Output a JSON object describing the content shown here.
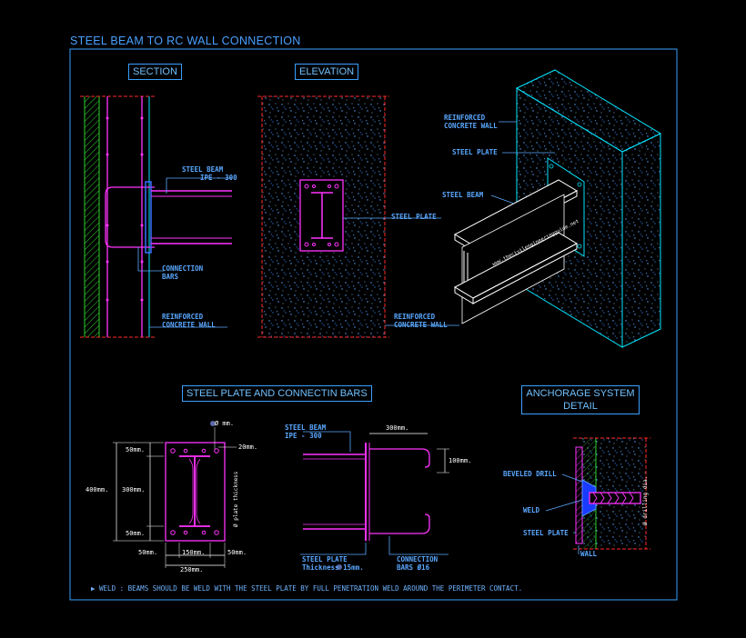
{
  "title": "STEEL BEAM TO RC WALL CONNECTION",
  "views": {
    "section": "SECTION",
    "elevation": "ELEVATION",
    "plate_bars": "STEEL PLATE AND CONNECTIN BARS",
    "anchorage": "ANCHORAGE SYSTEM DETAIL"
  },
  "section_labels": {
    "beam": "STEEL BEAM",
    "beam_size": "IPE - 300",
    "bars": "CONNECTION",
    "bars2": "BARS",
    "wall": "REINFORCED",
    "wall2": "CONCRETE WALL"
  },
  "elevation_labels": {
    "plate": "STEEL PLATE",
    "wall": "REINFORCED",
    "wall2": "CONCRETE WALL"
  },
  "iso_labels": {
    "wall": "REINFORCED",
    "wall2": "CONCRETE WALL",
    "plate": "STEEL PLATE",
    "beam": "STEEL BEAM",
    "watermark": "www.thecivilengineeringguide.net"
  },
  "plate_dims": {
    "hole": "Ø mm.",
    "edge": "20mm.",
    "top": "50mm.",
    "mid": "300mm.",
    "bottom": "50mm.",
    "overall": "400mm.",
    "left": "50mm.",
    "center": "150mm.",
    "right": "50mm.",
    "width": "250mm.",
    "side_text": "Ø plate thickness"
  },
  "bars_labels": {
    "beam": "STEEL BEAM",
    "beam_size": "IPE - 300",
    "hook": "300mm.",
    "hook_h": "100mm.",
    "plate": "STEEL PLATE",
    "thickness": "Thickness 15mm.",
    "bars": "CONNECTION",
    "bars2": "BARS Ø16"
  },
  "anchor_labels": {
    "drill": "BEVELED DRILL",
    "weld": "WELD",
    "plate": "STEEL PLATE",
    "wall": "WALL",
    "side_text": "Ø drilling dia."
  },
  "note": "▶ WELD : BEAMS SHOULD BE WELD WITH THE STEEL PLATE BY FULL PENETRATION WELD AROUND THE PERIMETER CONTACT.",
  "colors": {
    "cyan": "#00e5ff",
    "magenta": "#ff33ff",
    "red": "#ff2a2a",
    "blue_text": "#5aa8ff",
    "white": "#ffffff",
    "green": "#2ed12e"
  }
}
